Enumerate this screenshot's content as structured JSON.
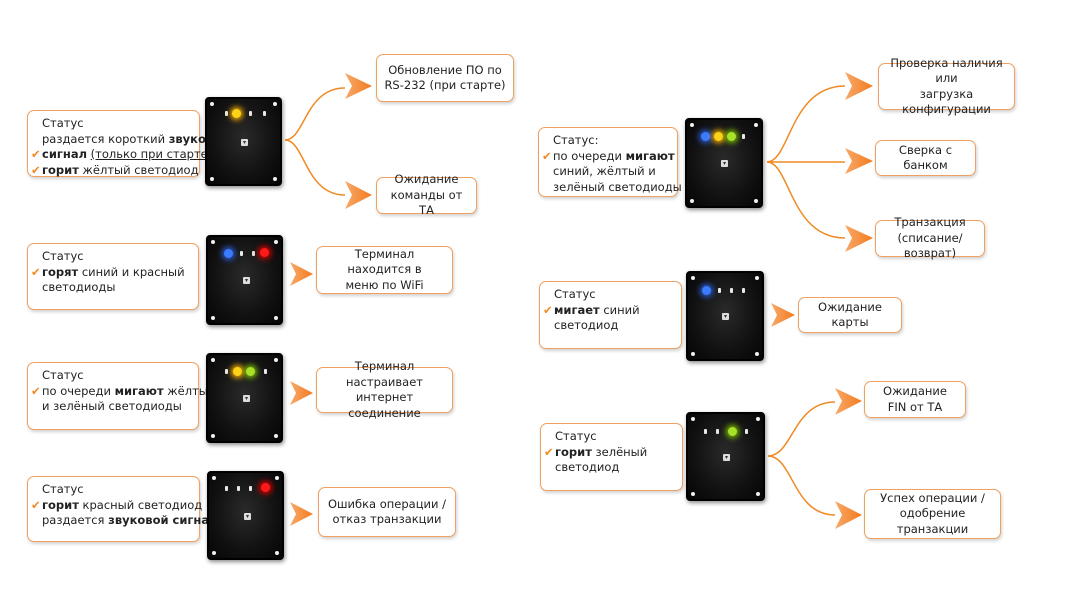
{
  "colors": {
    "accent": "#f08a24",
    "led_yellow": "#ffd21a",
    "led_blue": "#3a7bff",
    "led_red": "#ff1a1a",
    "led_green": "#a8e02a"
  },
  "icons": {
    "check": "✔"
  },
  "left": {
    "s1": {
      "lines": [
        {
          "parts": [
            {
              "t": "Статус"
            }
          ]
        },
        {
          "parts": [
            {
              "t": "раздается короткий  "
            },
            {
              "t": "звуковой",
              "b": true
            }
          ]
        },
        {
          "check": true,
          "parts": [
            {
              "t": "сигнал",
              "b": true
            },
            {
              "t": " "
            },
            {
              "t": "(только при старте)",
              "u": true
            }
          ]
        },
        {
          "check": true,
          "parts": [
            {
              "t": "горит",
              "b": true
            },
            {
              "t": " жёлтый светодиод"
            }
          ]
        }
      ],
      "targets": [
        "Обновление ПО по\nRS-232  (при старте)",
        "Ожидание\nкоманды от ТА"
      ]
    },
    "s2": {
      "lines": [
        {
          "parts": [
            {
              "t": "Статус"
            }
          ]
        },
        {
          "check": true,
          "parts": [
            {
              "t": "горят",
              "b": true
            },
            {
              "t": " синий и красный"
            }
          ]
        },
        {
          "parts": [
            {
              "t": "светодиоды"
            }
          ]
        }
      ],
      "targets": [
        "Терминал находится в\nменю по WiFi"
      ]
    },
    "s3": {
      "lines": [
        {
          "parts": [
            {
              "t": "Статус"
            }
          ]
        },
        {
          "check": true,
          "parts": [
            {
              "t": "по очереди "
            },
            {
              "t": "мигают",
              "b": true
            },
            {
              "t": " жёлтый"
            }
          ]
        },
        {
          "parts": [
            {
              "t": "и зелёный светодиоды"
            }
          ]
        }
      ],
      "targets": [
        "Терминал настраивает\nинтернет соединение"
      ]
    },
    "s4": {
      "lines": [
        {
          "parts": [
            {
              "t": "Статус"
            }
          ]
        },
        {
          "check": true,
          "parts": [
            {
              "t": "горит",
              "b": true
            },
            {
              "t": " красный светодиод"
            }
          ]
        },
        {
          "parts": [
            {
              "t": "раздается "
            },
            {
              "t": "звуковой сигнал",
              "b": true
            }
          ]
        }
      ],
      "targets": [
        "Ошибка операции /\nотказ транзакции"
      ]
    }
  },
  "right": {
    "s5": {
      "lines": [
        {
          "parts": [
            {
              "t": "Статус:"
            }
          ]
        },
        {
          "check": true,
          "parts": [
            {
              "t": "по очереди "
            },
            {
              "t": "мигают",
              "b": true
            }
          ]
        },
        {
          "parts": [
            {
              "t": "синий, жёлтый  и"
            }
          ]
        },
        {
          "parts": [
            {
              "t": "зелёный светодиоды"
            }
          ]
        }
      ],
      "targets": [
        "Проверка наличия или\nзагрузка конфигурации",
        "Сверка с банком",
        "Транзакция\n(списание/возврат)"
      ]
    },
    "s6": {
      "lines": [
        {
          "parts": [
            {
              "t": "Статус"
            }
          ]
        },
        {
          "check": true,
          "parts": [
            {
              "t": "мигает",
              "b": true
            },
            {
              "t": " синий"
            }
          ]
        },
        {
          "parts": [
            {
              "t": "светодиод"
            }
          ]
        }
      ],
      "targets": [
        "Ожидание карты"
      ]
    },
    "s7": {
      "lines": [
        {
          "parts": [
            {
              "t": "Статус"
            }
          ]
        },
        {
          "check": true,
          "parts": [
            {
              "t": "горит",
              "b": true
            },
            {
              "t": " зелёный"
            }
          ]
        },
        {
          "parts": [
            {
              "t": "светодиод"
            }
          ]
        }
      ],
      "targets": [
        "Ожидание\nFIN от ТА",
        "Успех операции /\nодобрение транзакции"
      ]
    }
  }
}
